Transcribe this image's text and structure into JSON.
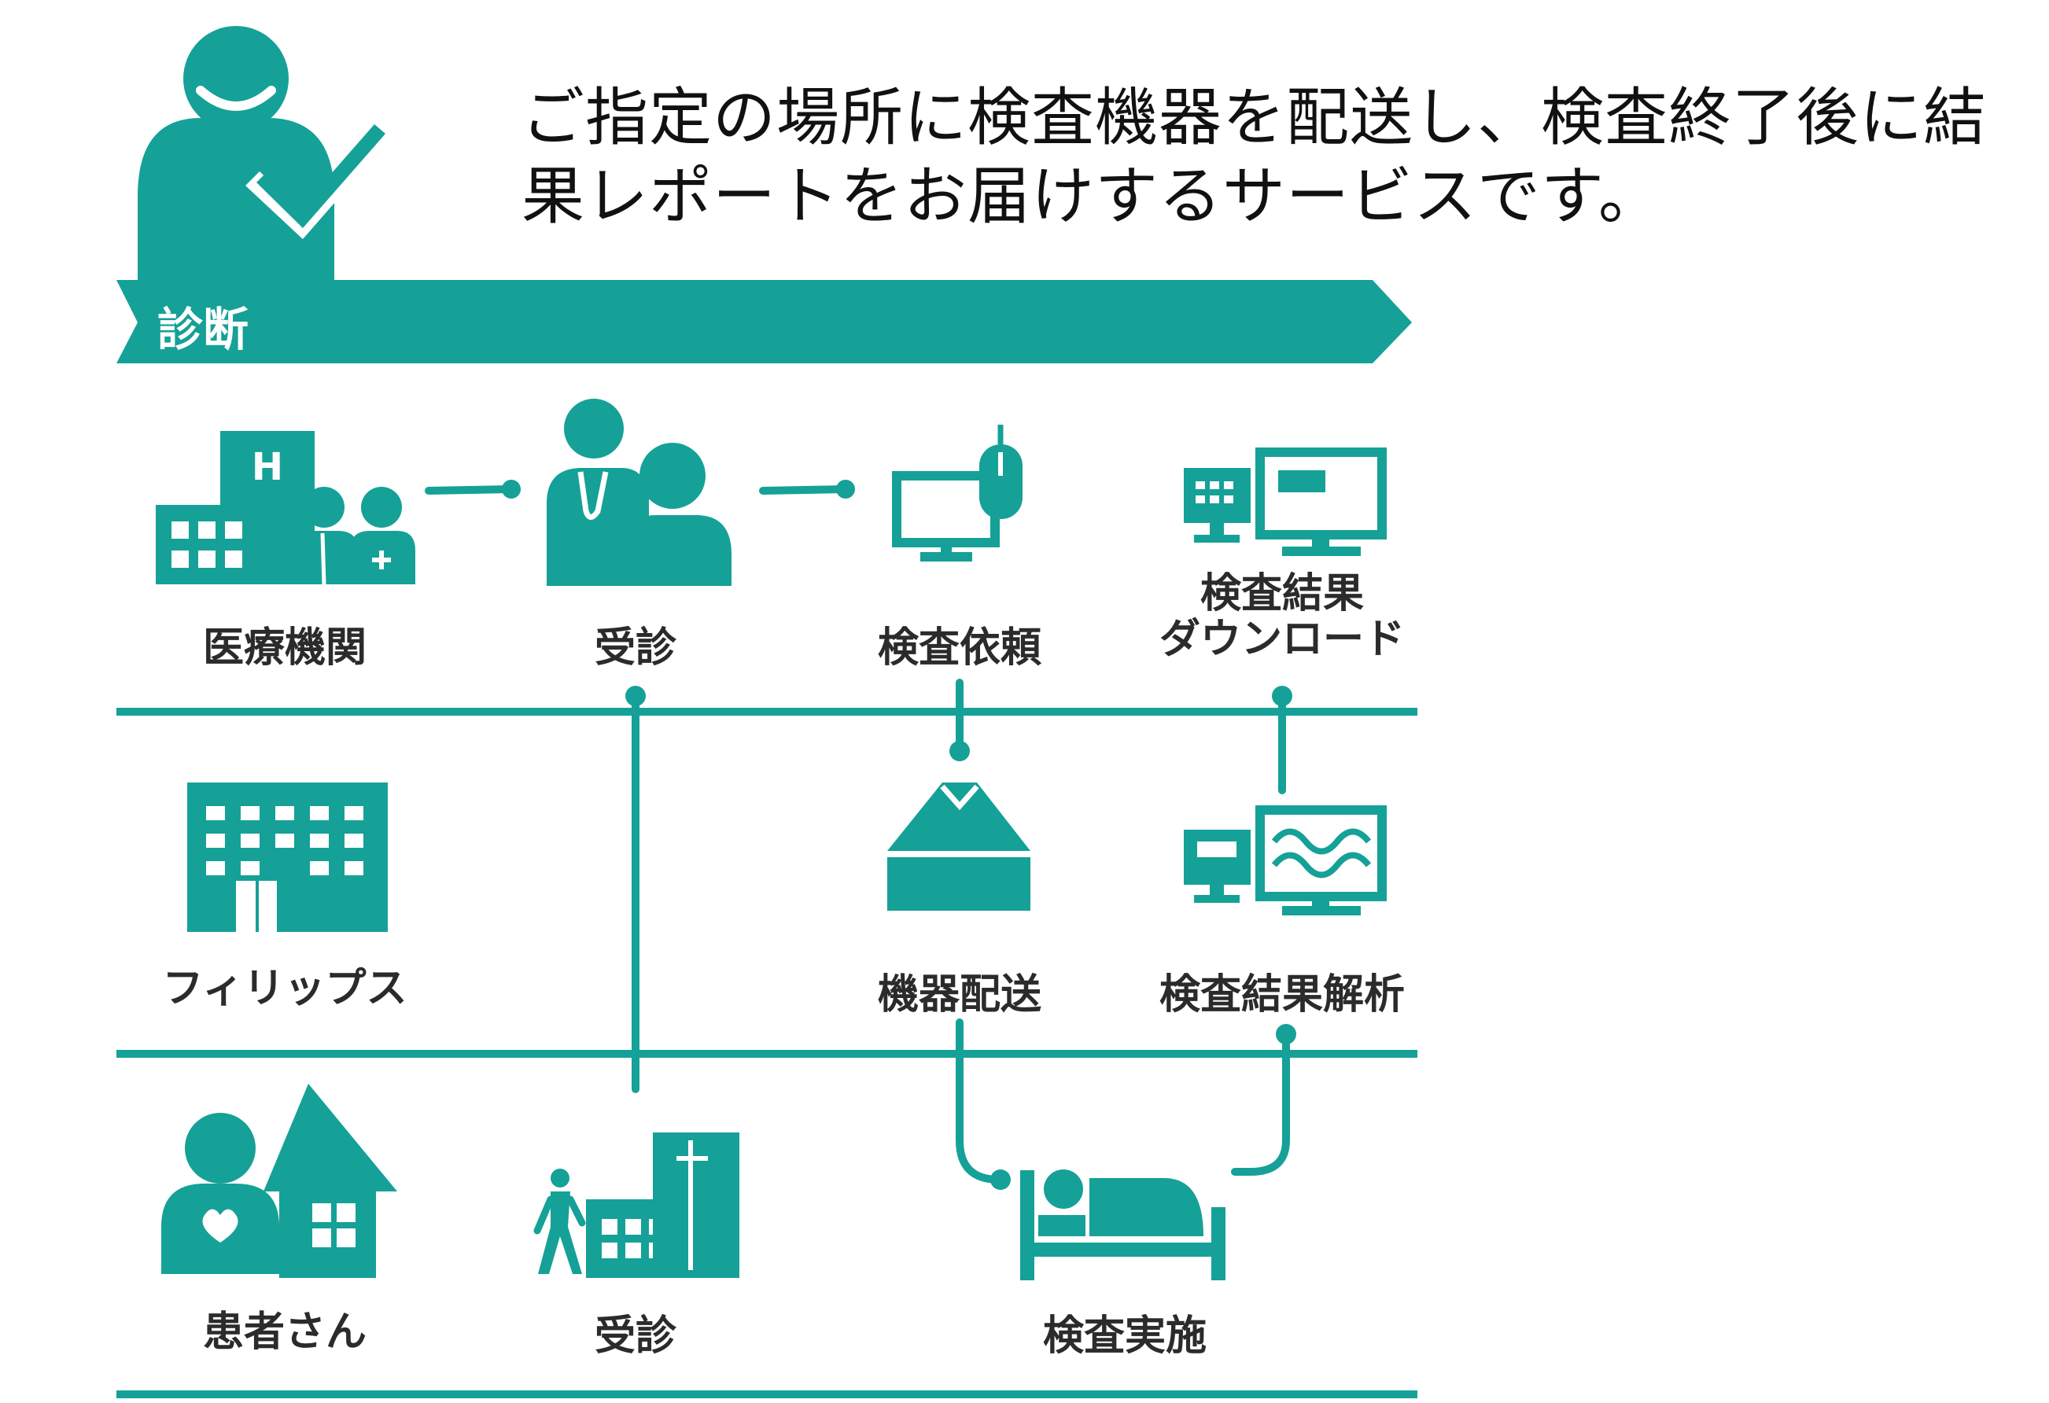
{
  "description": "ご指定の場所に検査機器を配送し、検査終了後に結果レポートをお届けするサービスです。",
  "banner": {
    "label": "診断"
  },
  "rows": {
    "medical": {
      "name": "医療機関",
      "steps": {
        "consult": "受診",
        "request": "検査依頼",
        "download": [
          "検査結果",
          "ダウンロード"
        ]
      }
    },
    "philips": {
      "name": "フィリップス",
      "steps": {
        "delivery": "機器配送",
        "analysis": "検査結果解析"
      }
    },
    "patient": {
      "name": "患者さん",
      "steps": {
        "visit": "受診",
        "exam": "検査実施"
      }
    }
  },
  "colors": {
    "teal": "#15a197",
    "text": "#2b2b2b",
    "white": "#ffffff"
  },
  "icons": [
    "doctor-check-icon",
    "hospital-staff-icon",
    "doctor-patient-icon",
    "computer-mouse-icon",
    "dual-monitor-icon",
    "building-icon",
    "delivery-box-icon",
    "waveform-monitor-icon",
    "patient-home-icon",
    "walking-clinic-icon",
    "bed-icon"
  ]
}
